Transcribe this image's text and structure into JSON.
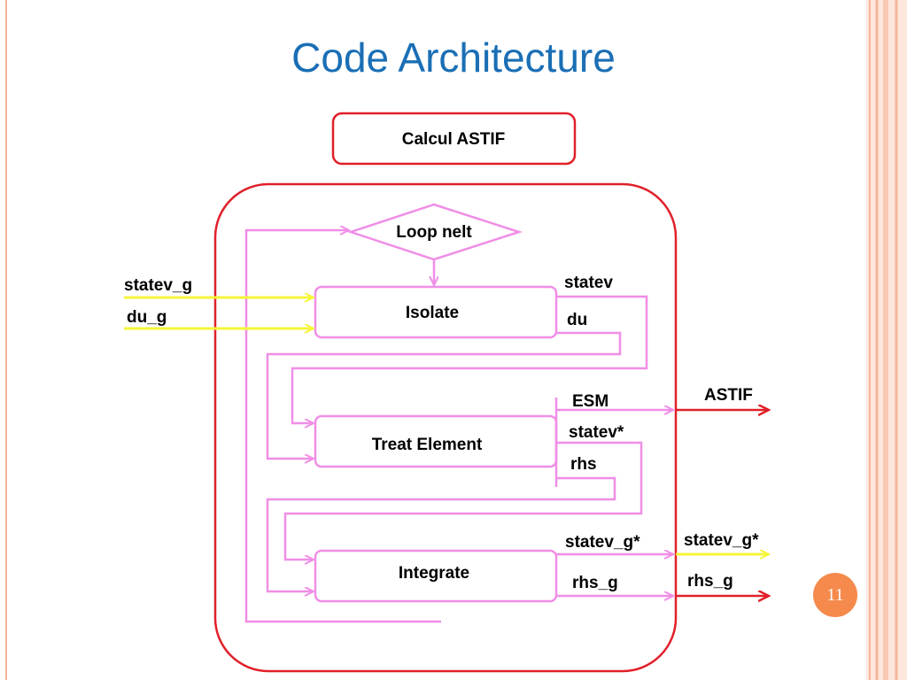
{
  "slide": {
    "title": "Code Architecture",
    "page_number": "11"
  },
  "diagram": {
    "header_box": "Calcul ASTIF",
    "loop": "Loop nelt",
    "blocks": {
      "isolate": "Isolate",
      "treat": "Treat Element",
      "integrate": "Integrate"
    },
    "inputs": {
      "statev_g": "statev_g",
      "du_g": "du_g"
    },
    "isolate_outputs": {
      "statev": "statev",
      "du": "du"
    },
    "treat_outputs": {
      "esm": "ESM",
      "statev_star": "statev*",
      "rhs": "rhs"
    },
    "integrate_outputs": {
      "statev_g_star": "statev_g*",
      "rhs_g": "rhs_g"
    },
    "external_outputs": {
      "astif": "ASTIF",
      "statev_g_star": "statev_g*",
      "rhs_g": "rhs_g"
    },
    "colors": {
      "outline_red": "#e0202a",
      "flow_pink": "#f08ee6",
      "input_yellow": "#f5f53a",
      "title_blue": "#1a6fb5",
      "badge_orange": "#f58a4c"
    }
  }
}
